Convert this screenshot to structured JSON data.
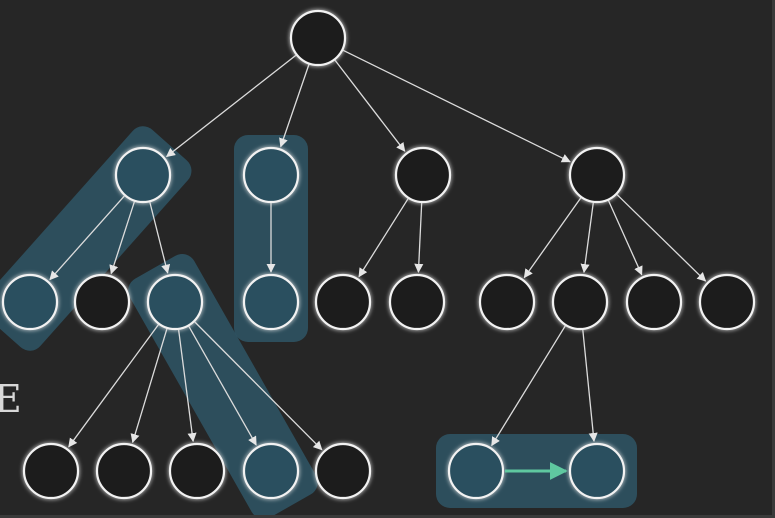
{
  "colors": {
    "background": "#262626",
    "node_fill": "#1e1e1e",
    "node_fill_highlighted": "#2b4f5f",
    "node_stroke": "#f2f2f2",
    "node_glow": "#ffffff",
    "edge": "#dcdcdc",
    "highlight_band": "#2f5a6b",
    "accent_arrow": "#5fc8a0"
  },
  "side_text": "E",
  "tree": {
    "nodes": [
      {
        "id": "root",
        "depth": 0,
        "highlighted": false
      },
      {
        "id": "a",
        "depth": 1,
        "highlighted": true
      },
      {
        "id": "b",
        "depth": 1,
        "highlighted": true
      },
      {
        "id": "c",
        "depth": 1,
        "highlighted": false
      },
      {
        "id": "d",
        "depth": 1,
        "highlighted": false
      },
      {
        "id": "a1",
        "depth": 2,
        "highlighted": true
      },
      {
        "id": "a2",
        "depth": 2,
        "highlighted": false
      },
      {
        "id": "a3",
        "depth": 2,
        "highlighted": true
      },
      {
        "id": "b1",
        "depth": 2,
        "highlighted": true
      },
      {
        "id": "c1",
        "depth": 2,
        "highlighted": false
      },
      {
        "id": "c2",
        "depth": 2,
        "highlighted": false
      },
      {
        "id": "d1",
        "depth": 2,
        "highlighted": false
      },
      {
        "id": "d2",
        "depth": 2,
        "highlighted": false
      },
      {
        "id": "d3",
        "depth": 2,
        "highlighted": false
      },
      {
        "id": "d4",
        "depth": 2,
        "highlighted": false
      },
      {
        "id": "a3_1",
        "depth": 3,
        "highlighted": false
      },
      {
        "id": "a3_2",
        "depth": 3,
        "highlighted": false
      },
      {
        "id": "a3_3",
        "depth": 3,
        "highlighted": false
      },
      {
        "id": "a3_4",
        "depth": 3,
        "highlighted": true
      },
      {
        "id": "a3_5",
        "depth": 3,
        "highlighted": false
      },
      {
        "id": "d2_1",
        "depth": 3,
        "highlighted": true
      },
      {
        "id": "d2_2",
        "depth": 3,
        "highlighted": true
      }
    ],
    "edges": [
      [
        "root",
        "a"
      ],
      [
        "root",
        "b"
      ],
      [
        "root",
        "c"
      ],
      [
        "root",
        "d"
      ],
      [
        "a",
        "a1"
      ],
      [
        "a",
        "a2"
      ],
      [
        "a",
        "a3"
      ],
      [
        "b",
        "b1"
      ],
      [
        "c",
        "c1"
      ],
      [
        "c",
        "c2"
      ],
      [
        "d",
        "d1"
      ],
      [
        "d",
        "d2"
      ],
      [
        "d",
        "d3"
      ],
      [
        "d",
        "d4"
      ],
      [
        "a3",
        "a3_1"
      ],
      [
        "a3",
        "a3_2"
      ],
      [
        "a3",
        "a3_3"
      ],
      [
        "a3",
        "a3_4"
      ],
      [
        "a3",
        "a3_5"
      ],
      [
        "d2",
        "d2_1"
      ],
      [
        "d2",
        "d2_2"
      ]
    ],
    "highlight_paths": [
      {
        "id": "path-a",
        "nodes": [
          "a",
          "a1"
        ]
      },
      {
        "id": "path-b",
        "nodes": [
          "b",
          "b1"
        ]
      },
      {
        "id": "path-a3",
        "nodes": [
          "a3",
          "a3_4"
        ]
      },
      {
        "id": "path-d2",
        "nodes": [
          "d2_1",
          "d2_2"
        ]
      }
    ],
    "sibling_arrows": [
      {
        "from": "d2_1",
        "to": "d2_2"
      }
    ]
  }
}
